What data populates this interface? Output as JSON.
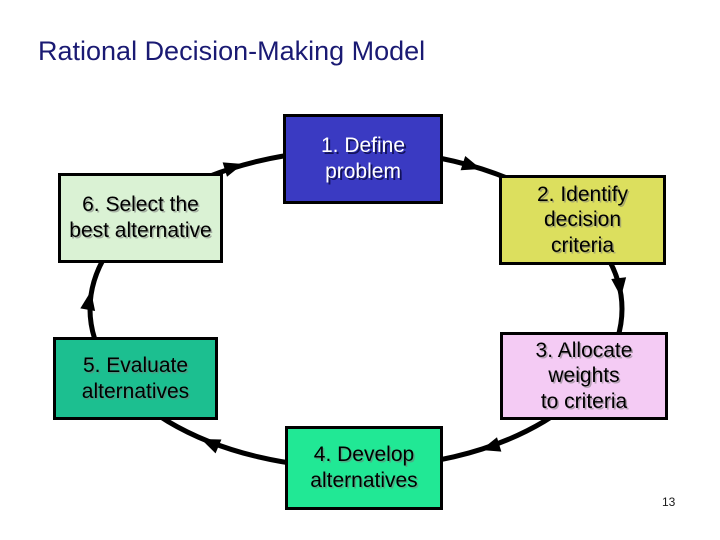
{
  "slide": {
    "title": "Rational Decision-Making Model",
    "title_color": "#1a1a73",
    "page_number": "13",
    "background": "#ffffff"
  },
  "diagram": {
    "type": "cycle",
    "direction": "clockwise",
    "arrow_color": "#000000",
    "steps": [
      {
        "text": "1. Define\nproblem",
        "fill": "#3a3ac2",
        "text_color": "#ffffff"
      },
      {
        "text": "2. Identify\ndecision\ncriteria",
        "fill": "#dcdf5e",
        "text_color": "#000000"
      },
      {
        "text": "3. Allocate\nweights\nto criteria",
        "fill": "#f4cbf4",
        "text_color": "#000000"
      },
      {
        "text": "4. Develop\nalternatives",
        "fill": "#21e895",
        "text_color": "#000000"
      },
      {
        "text": "5. Evaluate\nalternatives",
        "fill": "#1cbf90",
        "text_color": "#000000"
      },
      {
        "text": "6. Select the\nbest alternative",
        "fill": "#daf2d4",
        "text_color": "#000000"
      }
    ]
  }
}
